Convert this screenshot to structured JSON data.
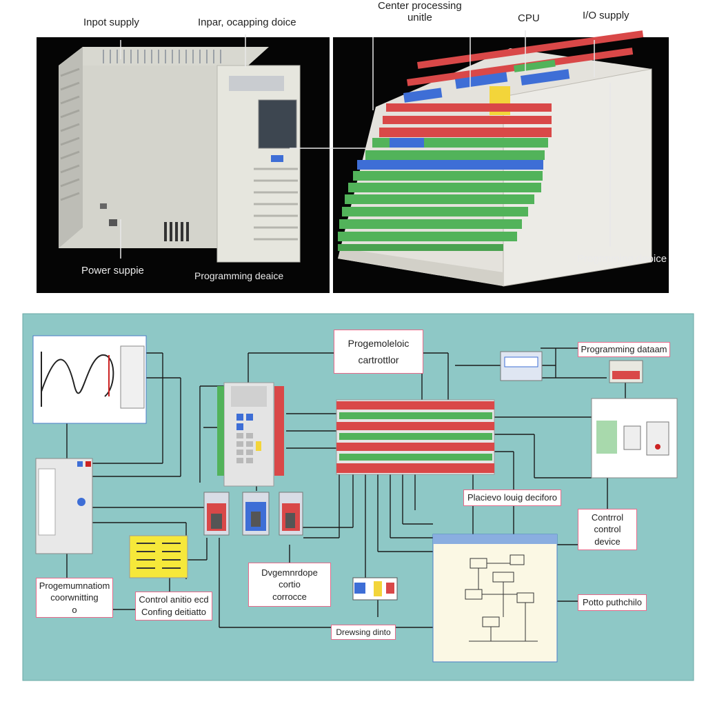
{
  "top": {
    "labels": {
      "input_supply": "Inpot supply",
      "input_output_device": "Inpar, ocapping doice",
      "central_processing_unit": "Center processing\nunitle",
      "cpu": "CPU",
      "io_supply": "I/O supply",
      "power_supply": "Power  suppie",
      "programming_device_left": "Programming deaice",
      "programming_device_right": "Progrmming deoice"
    }
  },
  "bottom": {
    "labels": {
      "plc": "Progemoleloic\n\ncartrottlor",
      "programming_device_top_right": "Programming dataam",
      "process_logic_device": "Placievo louig deciforo",
      "control_device": "Contrrol\ncontrol\ndevice",
      "programming_device_left": "Progemumnatiom\ncoorwnitting\no",
      "control_config_device": "Control anitio ecd\nConfing deitiatto",
      "programming_center_device": "Dvgemnrdope\ncortio\ncorrocce",
      "recording_device": "Drewsing dinto",
      "process_pattern": "Potto puthchilo"
    }
  },
  "colors": {
    "panel_bg": "#8ec8c6",
    "label_border": "#e86a8a",
    "rack_red": "#d94848",
    "rack_green": "#52b35a",
    "rack_blue": "#3e6ed6",
    "cpu_yellow": "#f3d53a"
  }
}
